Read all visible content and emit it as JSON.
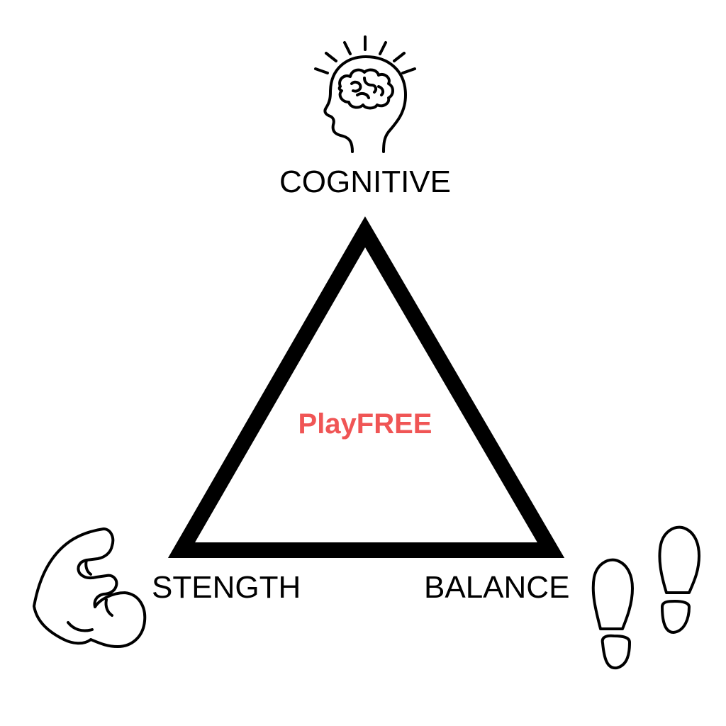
{
  "center": {
    "label": "PlayFREE",
    "color": "#f05555"
  },
  "vertices": {
    "top": {
      "label": "COGNITIVE",
      "icon": "head-brain-icon"
    },
    "bottom_left": {
      "label": "STENGTH",
      "icon": "flexed-arm-icon"
    },
    "bottom_right": {
      "label": "BALANCE",
      "icon": "footprints-icon"
    }
  },
  "colors": {
    "stroke": "#000000",
    "background": "#ffffff"
  }
}
